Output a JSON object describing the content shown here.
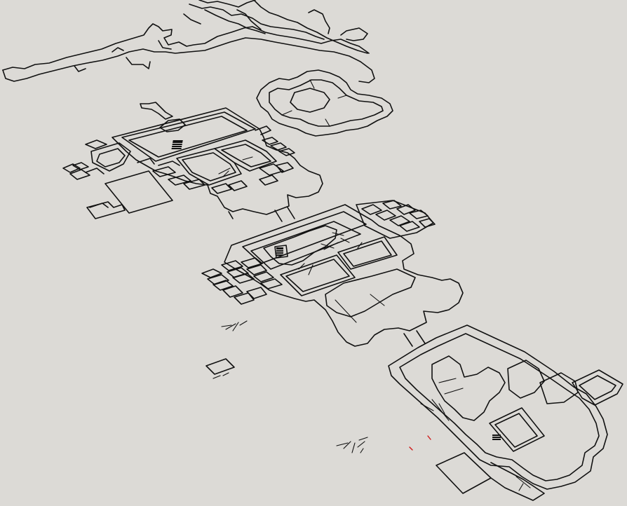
{
  "scene": {
    "view": "3d-perspective-floor-plan",
    "background_color": "#dcdad6",
    "line_color": "#111111",
    "axis_marker_color": "#d01818",
    "groups": [
      "cave-passages",
      "cross-chambers",
      "upper-complex",
      "middle-complex",
      "lower-complex",
      "stray-fragments",
      "axis-origin"
    ]
  }
}
